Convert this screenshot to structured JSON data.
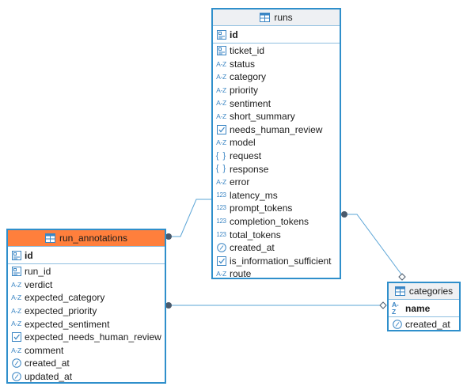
{
  "tables": {
    "runs": {
      "name": "runs",
      "pk": {
        "name": "id",
        "type": "key"
      },
      "columns": [
        {
          "name": "ticket_id",
          "type": "key"
        },
        {
          "name": "status",
          "type": "text"
        },
        {
          "name": "category",
          "type": "text"
        },
        {
          "name": "priority",
          "type": "text"
        },
        {
          "name": "sentiment",
          "type": "text"
        },
        {
          "name": "short_summary",
          "type": "text"
        },
        {
          "name": "needs_human_review",
          "type": "bool"
        },
        {
          "name": "model",
          "type": "text"
        },
        {
          "name": "request",
          "type": "json"
        },
        {
          "name": "response",
          "type": "json"
        },
        {
          "name": "error",
          "type": "text"
        },
        {
          "name": "latency_ms",
          "type": "number"
        },
        {
          "name": "prompt_tokens",
          "type": "number"
        },
        {
          "name": "completion_tokens",
          "type": "number"
        },
        {
          "name": "total_tokens",
          "type": "number"
        },
        {
          "name": "created_at",
          "type": "time"
        },
        {
          "name": "is_information_sufficient",
          "type": "bool"
        },
        {
          "name": "route",
          "type": "text"
        }
      ]
    },
    "run_annotations": {
      "name": "run_annotations",
      "highlighted": true,
      "pk": {
        "name": "id",
        "type": "key"
      },
      "columns": [
        {
          "name": "run_id",
          "type": "key"
        },
        {
          "name": "verdict",
          "type": "text"
        },
        {
          "name": "expected_category",
          "type": "text"
        },
        {
          "name": "expected_priority",
          "type": "text"
        },
        {
          "name": "expected_sentiment",
          "type": "text"
        },
        {
          "name": "expected_needs_human_review",
          "type": "bool"
        },
        {
          "name": "comment",
          "type": "text"
        },
        {
          "name": "created_at",
          "type": "time"
        },
        {
          "name": "updated_at",
          "type": "time"
        }
      ]
    },
    "categories": {
      "name": "categories",
      "pk": {
        "name": "name",
        "type": "text"
      },
      "columns": [
        {
          "name": "created_at",
          "type": "time"
        }
      ]
    }
  },
  "icons": {
    "text": "A-Z",
    "number": "123",
    "json": "{ }"
  },
  "colors": {
    "border": "#2f8fcb",
    "header": "#eef0f3",
    "highlight_header": "#ff7f3c",
    "icon": "#3b86c4",
    "link": "#5aa4d6",
    "link_end": "#4a5a6c"
  }
}
